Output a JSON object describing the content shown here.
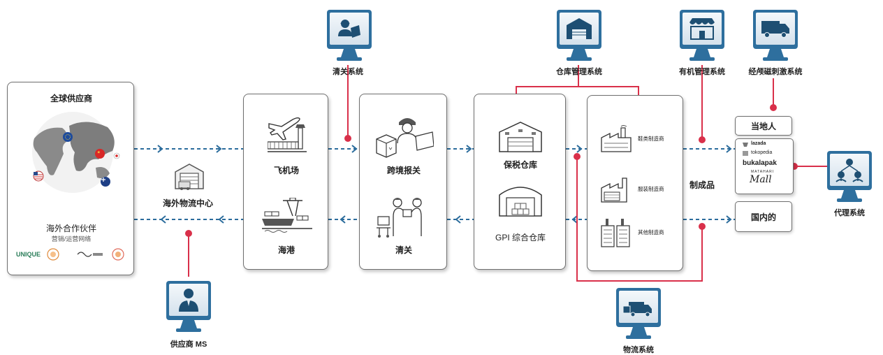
{
  "global_supplier": {
    "title": "全球供应商",
    "partner_title": "海外合作伙伴",
    "partner_sub": "营销/运营网络",
    "brand": "UNIQUE"
  },
  "hub": {
    "label": "海外物流中心"
  },
  "ports": {
    "airport": "飞机场",
    "seaport": "海港"
  },
  "customs": {
    "cross_border": "跨境报关",
    "clearance": "清关"
  },
  "warehouses": {
    "bonded": "保税仓库",
    "gpi": "GPI 综合仓库"
  },
  "manufacturers": {
    "shoes": "鞋类制造商",
    "apparel": "服装制造商",
    "other": "其他制造商"
  },
  "finished_goods": "制成品",
  "outputs": {
    "local": "当地人",
    "domestic": "国内的"
  },
  "marketplaces": [
    "lazada",
    "tokopedia",
    "bukalapak",
    "MATAHARI",
    "Mall"
  ],
  "systems": {
    "customs": "清关系统",
    "wms": "仓库管理系统",
    "oms": "有机管理系统",
    "tms": "经颅磁刺激系统",
    "agent": "代理系统",
    "supplier_ms": "供应商 MS",
    "logistics": "物流系统"
  },
  "colors": {
    "accent": "#d9304a",
    "flow": "#2b6c9c",
    "monitor": "#2e6f9e"
  }
}
